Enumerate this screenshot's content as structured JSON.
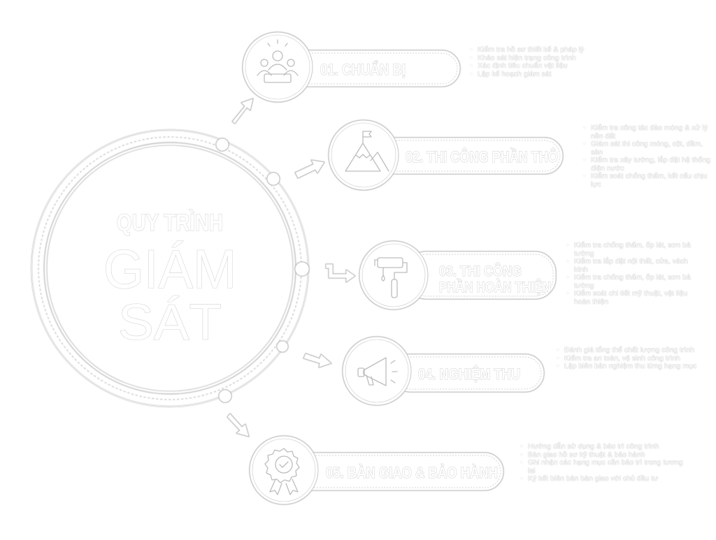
{
  "center": {
    "line1": "QUY TRÌNH",
    "line2": "GIÁM",
    "line3": "SÁT"
  },
  "steps": [
    {
      "title": "01. CHUẨN BỊ",
      "icon": "team-meeting-icon",
      "items": [
        "Kiểm tra hồ sơ thiết kế & pháp lý",
        "Khảo sát hiện trạng công trình",
        "Xác định tiêu chuẩn vật liệu",
        "Lập kế hoạch giám sát"
      ]
    },
    {
      "title": "02. THI CÔNG PHẦN THÔ",
      "icon": "mountain-flag-icon",
      "items": [
        "Kiểm tra công tác đào móng & xử lý nền đất",
        "Giám sát thi công móng, cột, dầm, sàn",
        "Kiểm tra xây tường, lắp đặt hệ thống điện nước",
        "Kiểm soát chống thấm, kết cấu chịu lực"
      ]
    },
    {
      "title_line1": "03. THI CÔNG",
      "title_line2": "PHẦN HOÀN THIỆN",
      "icon": "paint-roller-icon",
      "items": [
        "Kiểm tra chống thấm, ốp lát, sơn bả tường",
        "Kiểm tra lắp đặt nội thất, cửa, vách kính",
        "Kiểm tra chống thấm, ốp lát, sơn bả tường",
        "Kiểm soát chi tiết mỹ thuật, vật liệu hoàn thiện"
      ]
    },
    {
      "title": "04. NGHIỆM THU",
      "icon": "megaphone-icon",
      "items": [
        "Đánh giá tổng thể chất lượng công trình",
        "Kiểm tra an toàn, vệ sinh công trình",
        "Lập biên bản nghiệm thu từng hạng mục"
      ]
    },
    {
      "title": "05. BÀN GIAO & BẢO HÀNH",
      "icon": "award-badge-icon",
      "items": [
        "Hướng dẫn sử dụng & bảo trì công trình",
        "Bàn giao hồ sơ kỹ thuật & bảo hành",
        "Ghi nhận các hạng mục cần bảo trì trong tương lai",
        "Ký kết biên bản bàn giao với chủ đầu tư"
      ]
    }
  ],
  "colors": {
    "fill": "#ffffff",
    "outline": "#c8c8c8"
  }
}
